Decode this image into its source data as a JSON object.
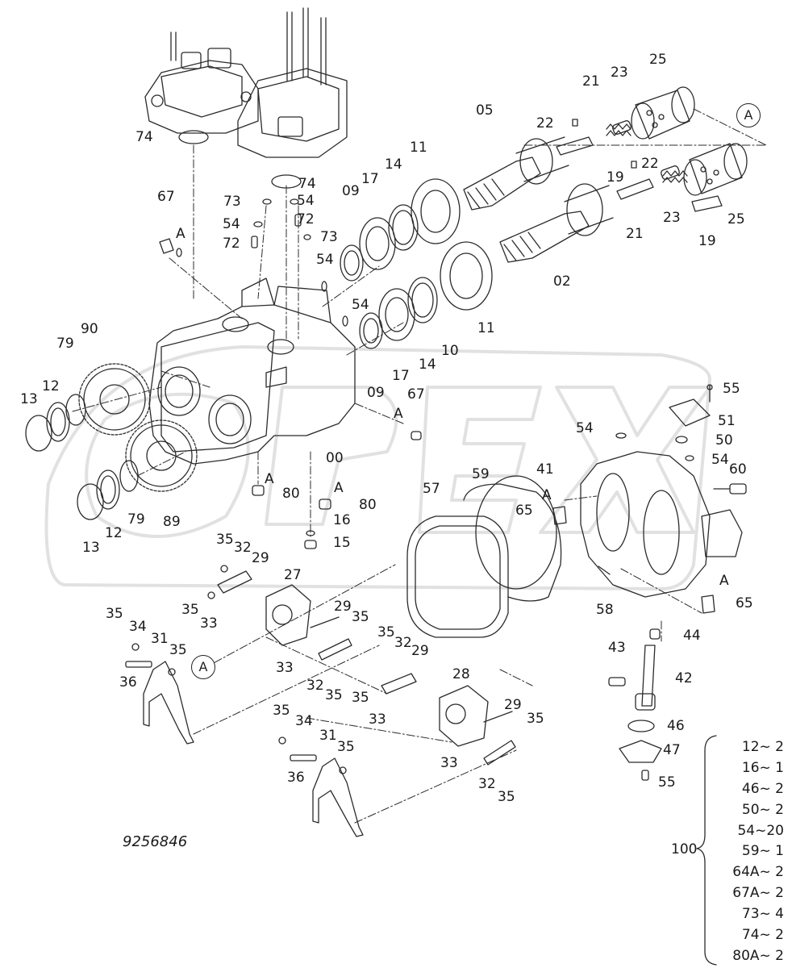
{
  "diagram": {
    "drawing_number": "9256846",
    "reference_marker": "A",
    "watermark": "OPEX",
    "kit": {
      "number": "100",
      "items": [
        "12~ 2",
        "16~ 1",
        "46~ 2",
        "50~ 2",
        "54~20",
        "59~ 1",
        "64A~ 2",
        "67A~ 2",
        "73~ 4",
        "74~ 2",
        "80A~ 2"
      ]
    },
    "callouts": [
      {
        "text": "74"
      },
      {
        "text": "74"
      },
      {
        "text": "67"
      },
      {
        "text": "A"
      },
      {
        "text": "73"
      },
      {
        "text": "54"
      },
      {
        "text": "54"
      },
      {
        "text": "72"
      },
      {
        "text": "72"
      },
      {
        "text": "73"
      },
      {
        "text": "54"
      },
      {
        "text": "09"
      },
      {
        "text": "17"
      },
      {
        "text": "14"
      },
      {
        "text": "11"
      },
      {
        "text": "05"
      },
      {
        "text": "22"
      },
      {
        "text": "21"
      },
      {
        "text": "23"
      },
      {
        "text": "25"
      },
      {
        "text": "22"
      },
      {
        "text": "19"
      },
      {
        "text": "21"
      },
      {
        "text": "23"
      },
      {
        "text": "25"
      },
      {
        "text": "19"
      },
      {
        "text": "02"
      },
      {
        "text": "11"
      },
      {
        "text": "54"
      },
      {
        "text": "10"
      },
      {
        "text": "14"
      },
      {
        "text": "17"
      },
      {
        "text": "09"
      },
      {
        "text": "67"
      },
      {
        "text": "A"
      },
      {
        "text": "90"
      },
      {
        "text": "79"
      },
      {
        "text": "12"
      },
      {
        "text": "13"
      },
      {
        "text": "00"
      },
      {
        "text": "A"
      },
      {
        "text": "80"
      },
      {
        "text": "A"
      },
      {
        "text": "80"
      },
      {
        "text": "16"
      },
      {
        "text": "15"
      },
      {
        "text": "13"
      },
      {
        "text": "12"
      },
      {
        "text": "79"
      },
      {
        "text": "89"
      },
      {
        "text": "55"
      },
      {
        "text": "51"
      },
      {
        "text": "54"
      },
      {
        "text": "50"
      },
      {
        "text": "54"
      },
      {
        "text": "41"
      },
      {
        "text": "60"
      },
      {
        "text": "59"
      },
      {
        "text": "57"
      },
      {
        "text": "A"
      },
      {
        "text": "65"
      },
      {
        "text": "A"
      },
      {
        "text": "65"
      },
      {
        "text": "58"
      },
      {
        "text": "35"
      },
      {
        "text": "32"
      },
      {
        "text": "29"
      },
      {
        "text": "27"
      },
      {
        "text": "35"
      },
      {
        "text": "33"
      },
      {
        "text": "29"
      },
      {
        "text": "35"
      },
      {
        "text": "35"
      },
      {
        "text": "34"
      },
      {
        "text": "31"
      },
      {
        "text": "35"
      },
      {
        "text": "36"
      },
      {
        "text": "33"
      },
      {
        "text": "32"
      },
      {
        "text": "35"
      },
      {
        "text": "35"
      },
      {
        "text": "32"
      },
      {
        "text": "29"
      },
      {
        "text": "28"
      },
      {
        "text": "35"
      },
      {
        "text": "33"
      },
      {
        "text": "29"
      },
      {
        "text": "35"
      },
      {
        "text": "33"
      },
      {
        "text": "32"
      },
      {
        "text": "35"
      },
      {
        "text": "35"
      },
      {
        "text": "34"
      },
      {
        "text": "31"
      },
      {
        "text": "35"
      },
      {
        "text": "36"
      },
      {
        "text": "44"
      },
      {
        "text": "43"
      },
      {
        "text": "42"
      },
      {
        "text": "46"
      },
      {
        "text": "47"
      },
      {
        "text": "55"
      }
    ]
  }
}
